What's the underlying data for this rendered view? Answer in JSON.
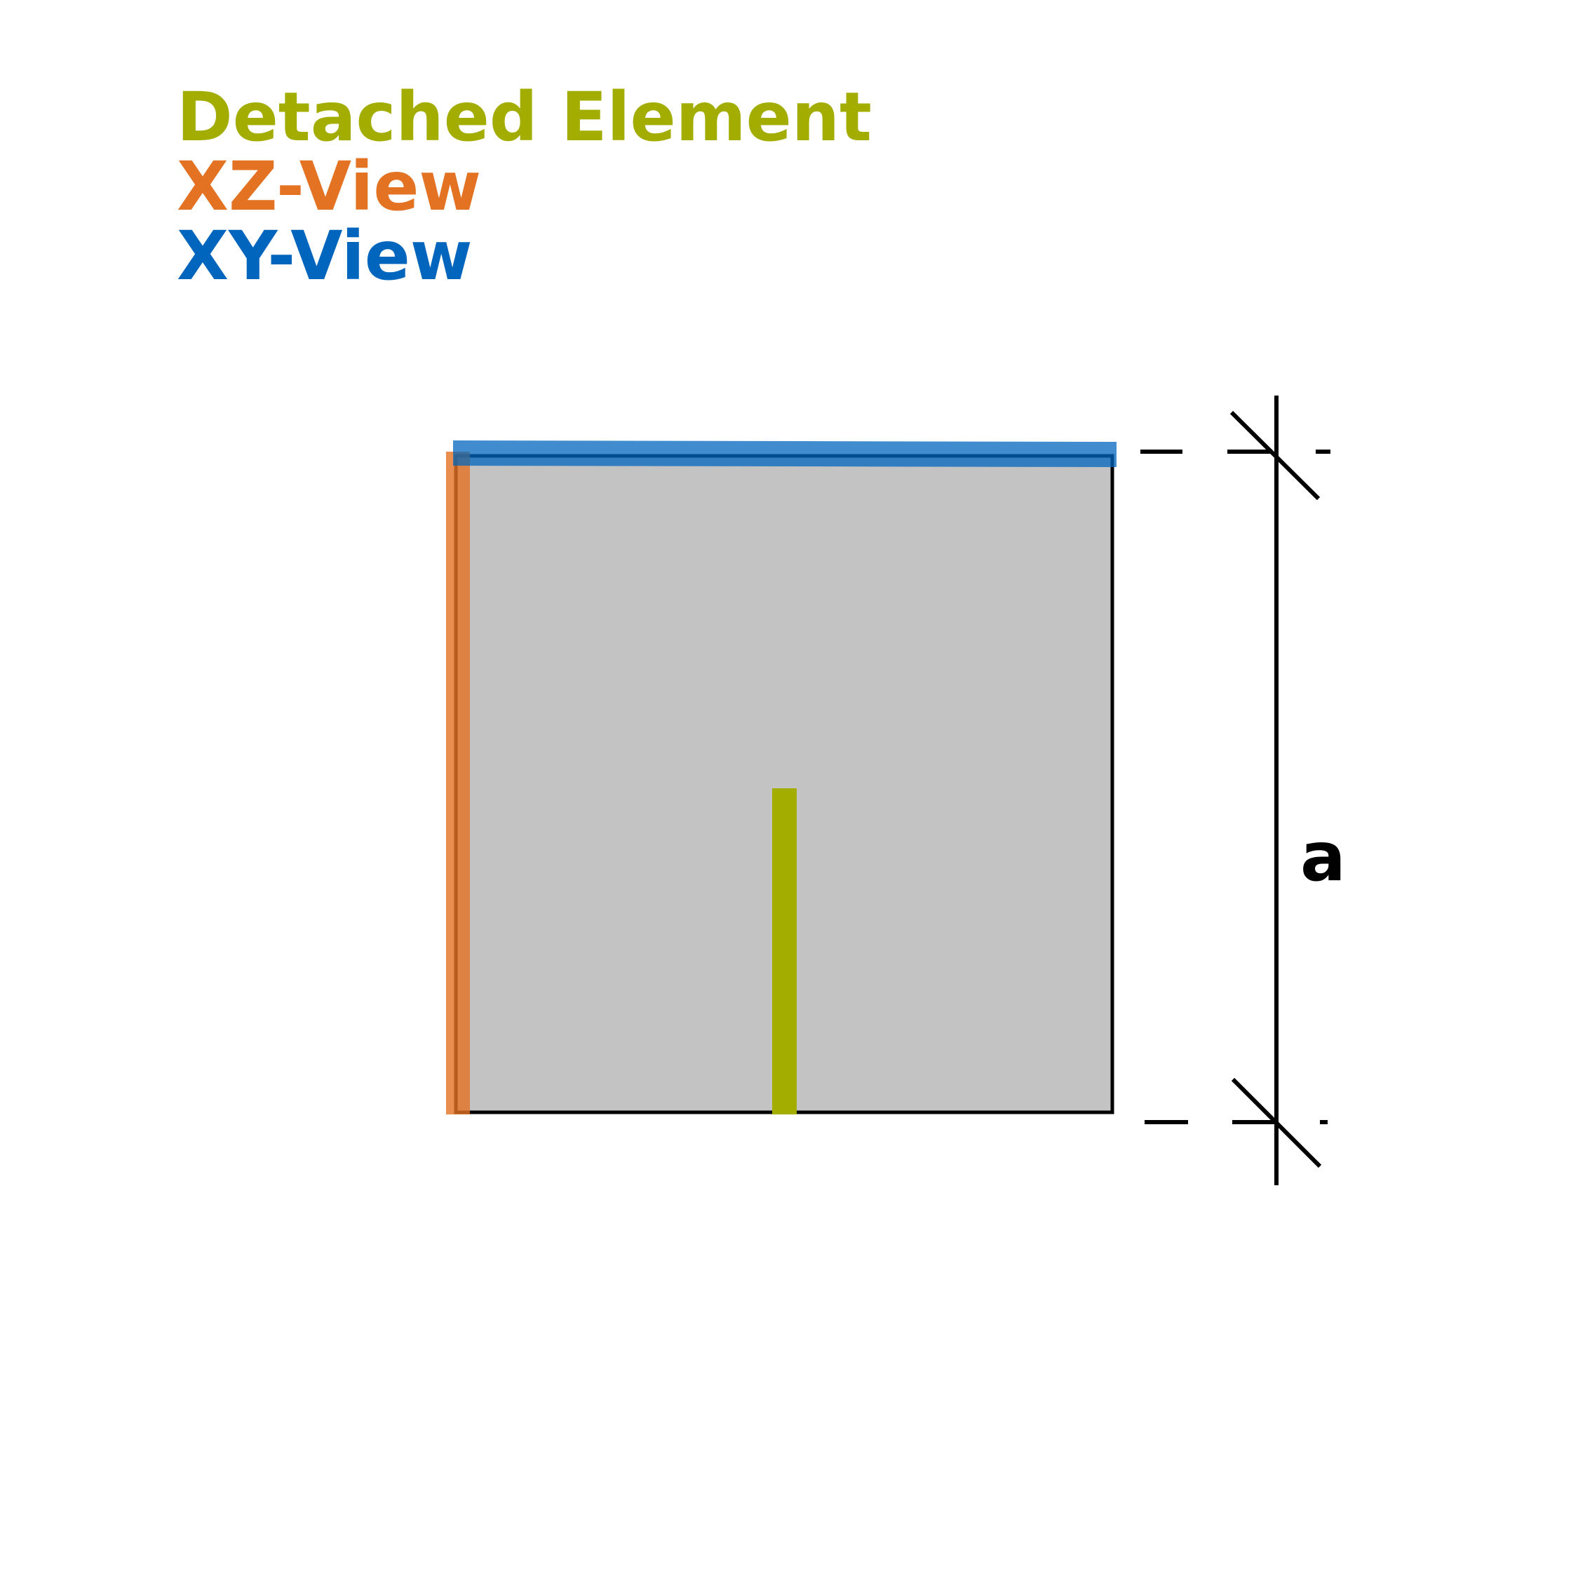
{
  "legend": {
    "detached_element": "Detached Element",
    "xz_view": "XZ-View",
    "xy_view": "XY-View"
  },
  "dimension": {
    "label": "a"
  },
  "colors": {
    "detached_element": "#a3ad00",
    "xz_view": "#e37222",
    "xy_view": "#0065bd",
    "plate_fill": "#c3c3c3",
    "outline": "#000000"
  }
}
